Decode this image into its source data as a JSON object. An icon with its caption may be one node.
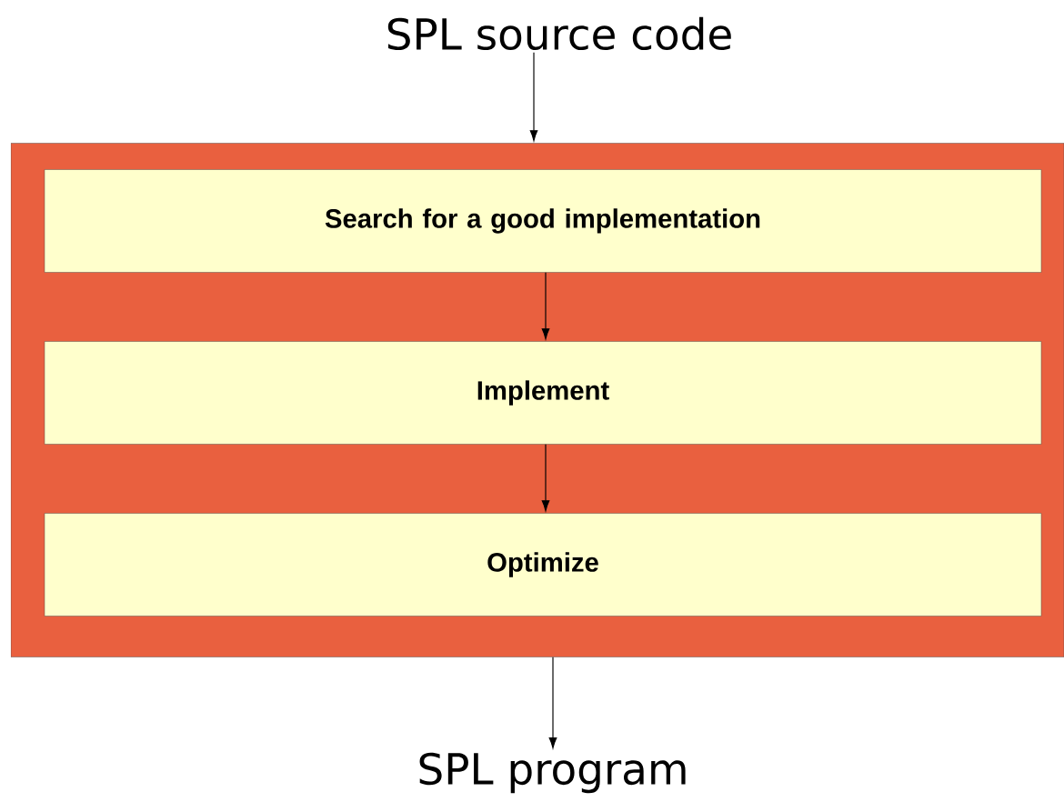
{
  "diagram": {
    "nodes": [
      {
        "text": [
          "SPL source code"
        ]
      },
      {
        "text": [],
        "shape": "box"
      },
      {
        "text": [
          "Search for a good implementation"
        ],
        "in": 1
      },
      {
        "text": [
          "Implement"
        ],
        "in": 1
      },
      {
        "text": [
          "Optimize"
        ],
        "in": 1
      },
      {
        "text": [
          "SPL program"
        ]
      }
    ],
    "edges": [
      {
        "from": 0,
        "to": 1,
        "arrow": "to"
      },
      {
        "from": 2,
        "to": 3,
        "arrow": "to"
      },
      {
        "from": 3,
        "to": 4,
        "arrow": "to"
      },
      {
        "from": 1,
        "to": 5,
        "arrow": "to"
      }
    ]
  }
}
